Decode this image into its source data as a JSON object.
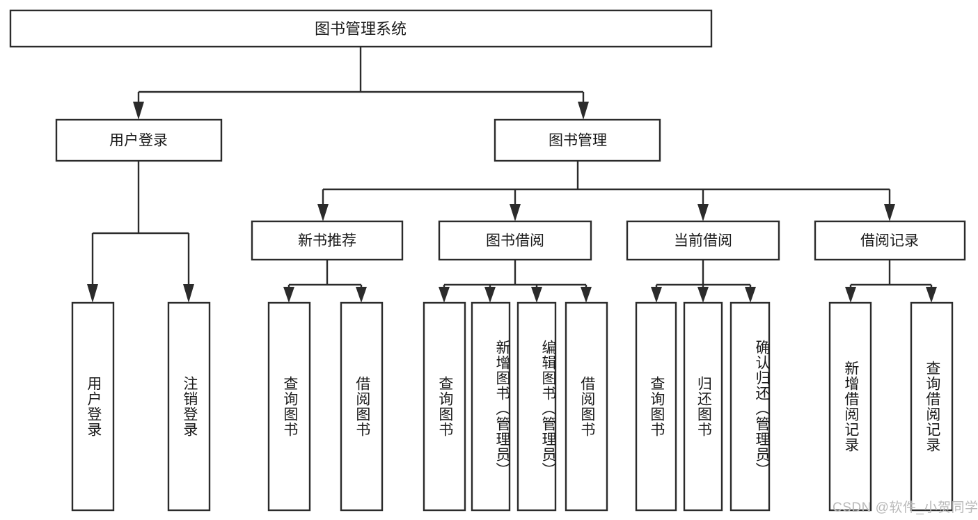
{
  "diagram": {
    "type": "tree-hierarchy",
    "title_text": "图书管理系统",
    "colors": {
      "stroke": "#2b2b2b",
      "box_fill": "#ffffff",
      "text": "#1a1a1a",
      "background": "#ffffff",
      "watermark": "#b9b9b9"
    },
    "root": {
      "label": "图书管理系统"
    },
    "level2": [
      {
        "label": "用户登录"
      },
      {
        "label": "图书管理"
      }
    ],
    "level3": [
      {
        "label": "新书推荐"
      },
      {
        "label": "图书借阅"
      },
      {
        "label": "当前借阅"
      },
      {
        "label": "借阅记录"
      }
    ],
    "leaves": [
      {
        "label": "用户登录"
      },
      {
        "label": "注销登录"
      },
      {
        "label": "查询图书"
      },
      {
        "label": "借阅图书"
      },
      {
        "label": "查询图书"
      },
      {
        "label": "新增图书（管理员）"
      },
      {
        "label": "编辑图书（管理员）"
      },
      {
        "label": "借阅图书"
      },
      {
        "label": "查询图书"
      },
      {
        "label": "归还图书"
      },
      {
        "label": "确认归还（管理员）"
      },
      {
        "label": "新增借阅记录"
      },
      {
        "label": "查询借阅记录"
      }
    ],
    "watermark": "CSDN @软件_小贺同学"
  }
}
